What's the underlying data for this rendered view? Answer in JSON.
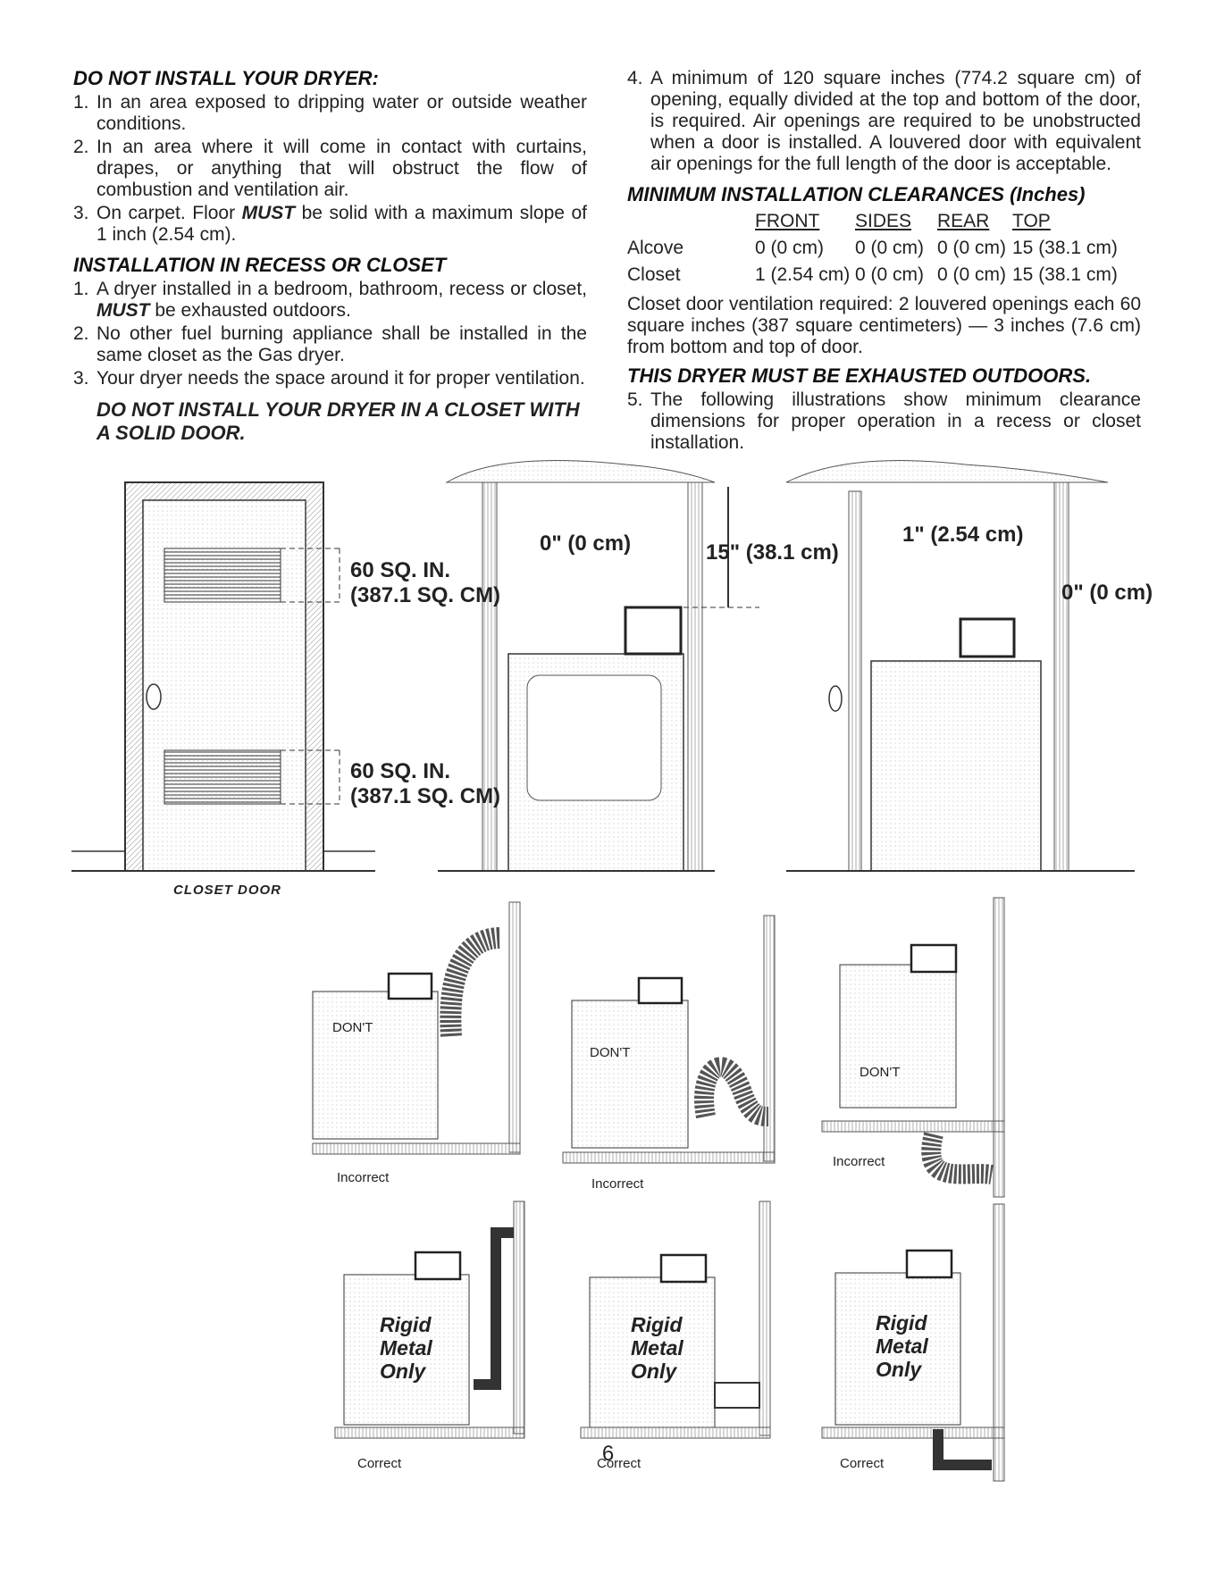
{
  "left": {
    "heading1": "DO NOT INSTALL YOUR DRYER:",
    "list1": [
      {
        "n": "1.",
        "text": "In an area exposed to dripping water or outside weather conditions."
      },
      {
        "n": "2.",
        "text": "In an area where it will come in contact with curtains, drapes, or anything that will obstruct the flow of combustion and ventilation air."
      },
      {
        "n": "3.",
        "pre": "On carpet. Floor ",
        "em": "MUST",
        "post": " be solid with a maximum slope of 1 inch (2.54 cm)."
      }
    ],
    "heading2": "INSTALLATION IN RECESS OR CLOSET",
    "list2": [
      {
        "n": "1.",
        "pre": "A dryer installed in a bedroom, bathroom, recess or closet, ",
        "em": "MUST",
        "post": " be exhausted outdoors."
      },
      {
        "n": "2.",
        "text": "No other fuel burning appliance shall be installed in the same closet as the Gas dryer."
      },
      {
        "n": "3.",
        "text": "Your dryer needs the space around it for proper ventilation."
      }
    ],
    "warning": "DO NOT INSTALL YOUR DRYER IN A CLOSET WITH A SOLID DOOR."
  },
  "right": {
    "item4": {
      "n": "4.",
      "text": "A minimum of 120 square inches (774.2 square cm) of opening, equally divided at the top and bottom of the door, is required. Air openings are required to be unobstructed when a door is installed. A louvered door with equivalent air openings for the full length of the door is acceptable."
    },
    "heading3": "MINIMUM INSTALLATION CLEARANCES (Inches)",
    "clearance": {
      "headers": [
        "FRONT",
        "SIDES",
        "REAR",
        "TOP"
      ],
      "rows": [
        {
          "label": "Alcove",
          "front": "0 (0 cm)",
          "sides": "0 (0 cm)",
          "rear": "0 (0 cm)",
          "top": "15 (38.1 cm)"
        },
        {
          "label": "Closet",
          "front": "1 (2.54 cm)",
          "sides": "0 (0 cm)",
          "rear": "0 (0 cm)",
          "top": "15 (38.1 cm)"
        }
      ]
    },
    "closet_note": "Closet door ventilation required: 2 louvered openings each 60 square inches (387 square centimeters) — 3 inches (7.6 cm) from bottom and top of door.",
    "heading4": "THIS DRYER MUST BE EXHAUSTED OUTDOORS.",
    "item5": {
      "n": "5.",
      "text": "The following illustrations show minimum clearance dimensions for proper operation in a recess or closet installation."
    }
  },
  "figures": {
    "door_vent_top_1": "60 SQ. IN.",
    "door_vent_top_2": "(387.1 SQ. CM)",
    "door_vent_bottom_1": "60 SQ. IN.",
    "door_vent_bottom_2": "(387.1 SQ. CM)",
    "closet_door_caption": "CLOSET DOOR",
    "side_clearance": "0\" (0 cm)",
    "top_clearance": "15\" (38.1 cm)",
    "front_clearance": "1\" (2.54 cm)",
    "rear_clearance": "0\" (0 cm)",
    "dont": "DON'T",
    "incorrect": "Incorrect",
    "correct": "Correct",
    "rigid_1": "Rigid",
    "rigid_2": "Metal",
    "rigid_3": "Only"
  },
  "page_number": "6"
}
